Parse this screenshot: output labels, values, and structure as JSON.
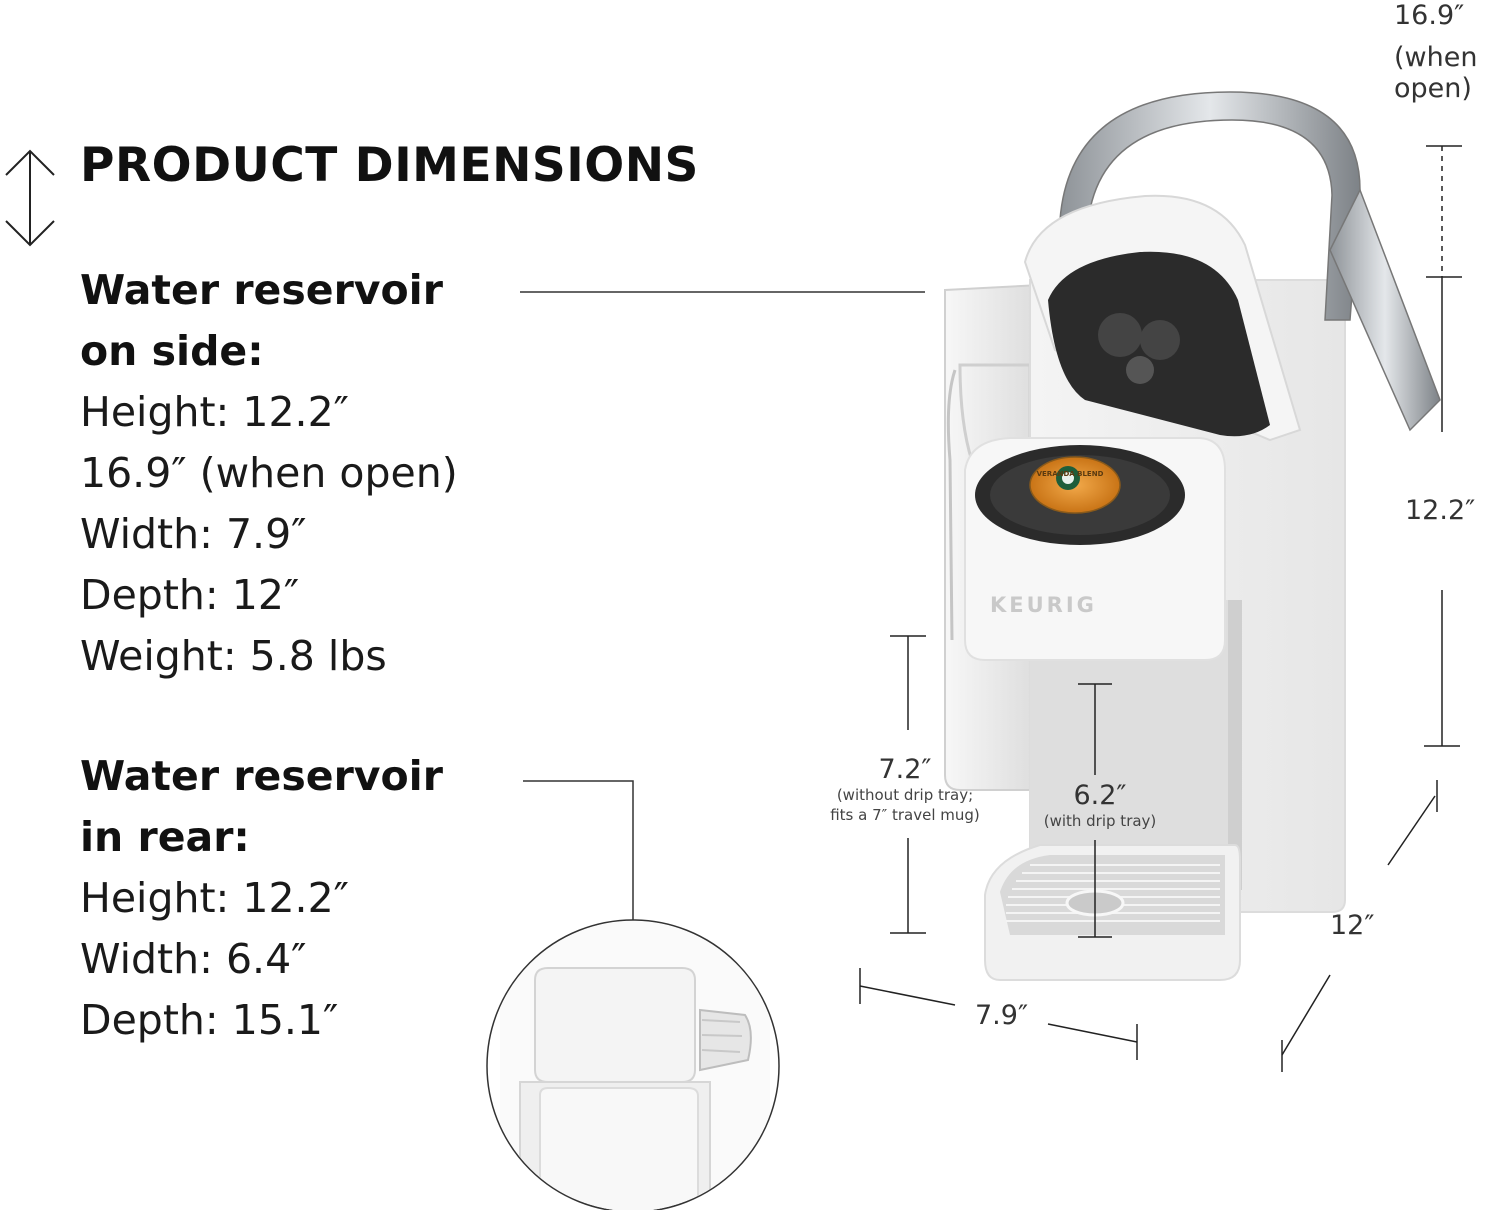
{
  "title": "PRODUCT DIMENSIONS",
  "side_reservoir": {
    "heading_1": "Water reservoir",
    "heading_2": "on side:",
    "lines": [
      "Height: 12.2″",
      "16.9″ (when open)",
      "Width: 7.9″",
      "Depth: 12″",
      "Weight: 5.8 lbs"
    ]
  },
  "rear_reservoir": {
    "heading_1": "Water reservoir",
    "heading_2": "in rear:",
    "lines": [
      "Height: 12.2″",
      "Width: 6.4″",
      "Depth: 15.1″"
    ]
  },
  "callouts": {
    "open_height_1": "16.9″",
    "open_height_2": "(when",
    "open_height_3": "open)",
    "height": "12.2″",
    "depth": "12″",
    "width": "7.9″",
    "clearance_no_tray": "7.2″",
    "clearance_no_tray_note_1": "(without drip tray;",
    "clearance_no_tray_note_2": "fits a 7″ travel mug)",
    "clearance_tray": "6.2″",
    "clearance_tray_note": "(with drip tray)"
  },
  "product": {
    "brand": "KEURIG",
    "pod_text": "VERANDA BLEND"
  },
  "icons": {
    "height_arrow": "double-vertical-arrow-icon"
  }
}
